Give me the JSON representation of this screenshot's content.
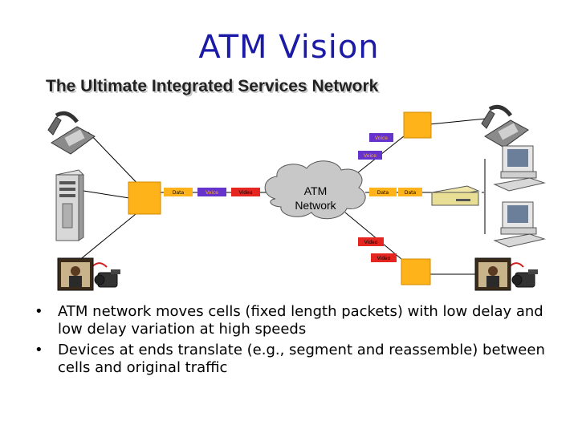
{
  "slide": {
    "title": "ATM Vision",
    "subtitle": "The Ultimate Integrated Services Network"
  },
  "diagram": {
    "cloud_line1": "ATM",
    "cloud_line2": "Network",
    "cells_left": [
      "Data",
      "Voice",
      "Video"
    ],
    "cells_voice_right": [
      "Voice",
      "Voice"
    ],
    "cells_data_right": [
      "Data",
      "Data"
    ],
    "cells_video_right": [
      "Video",
      "Video"
    ],
    "colors": {
      "switch": "#ffb31a",
      "cell_yellow": "#ffb31a",
      "cell_purple": "#6633cc",
      "cell_red": "#e52620",
      "link": "#000000"
    }
  },
  "bullets": [
    "ATM network moves cells (fixed length packets) with low delay and low delay variation at high speeds",
    "Devices at ends translate (e.g., segment and reassemble) between cells and original traffic"
  ]
}
